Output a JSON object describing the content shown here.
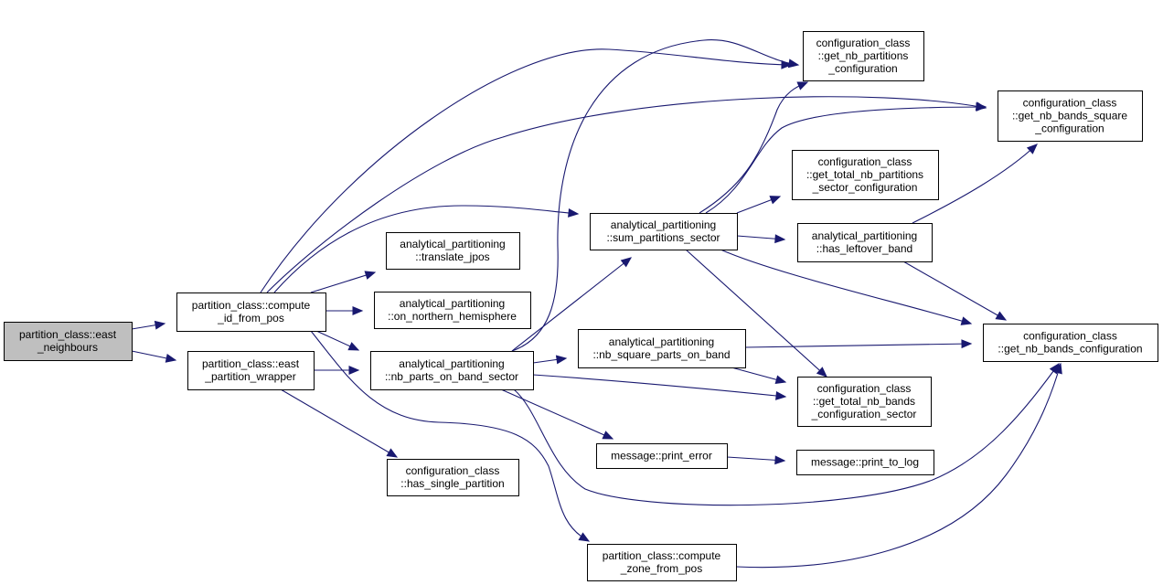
{
  "diagram": {
    "type": "call-graph",
    "nodes": [
      {
        "id": "n0",
        "lines": [
          "partition_class::east",
          "_neighbours"
        ],
        "root": true
      },
      {
        "id": "n1",
        "lines": [
          "partition_class::compute",
          "_id_from_pos"
        ]
      },
      {
        "id": "n2",
        "lines": [
          "partition_class::east",
          "_partition_wrapper"
        ]
      },
      {
        "id": "n3",
        "lines": [
          "configuration_class",
          "::get_nb_partitions",
          "_configuration"
        ]
      },
      {
        "id": "n4",
        "lines": [
          "configuration_class",
          "::get_nb_bands_square",
          "_configuration"
        ]
      },
      {
        "id": "n5",
        "lines": [
          "analytical_partitioning",
          "::sum_partitions_sector"
        ]
      },
      {
        "id": "n6",
        "lines": [
          "analytical_partitioning",
          "::translate_jpos"
        ]
      },
      {
        "id": "n7",
        "lines": [
          "analytical_partitioning",
          "::on_northern_hemisphere"
        ]
      },
      {
        "id": "n8",
        "lines": [
          "analytical_partitioning",
          "::nb_parts_on_band_sector"
        ]
      },
      {
        "id": "n9",
        "lines": [
          "partition_class::compute",
          "_zone_from_pos"
        ]
      },
      {
        "id": "n10",
        "lines": [
          "configuration_class",
          "::has_single_partition"
        ]
      },
      {
        "id": "n11",
        "lines": [
          "configuration_class",
          "::get_total_nb_partitions",
          "_sector_configuration"
        ]
      },
      {
        "id": "n12",
        "lines": [
          "analytical_partitioning",
          "::has_leftover_band"
        ]
      },
      {
        "id": "n13",
        "lines": [
          "configuration_class",
          "::get_nb_bands_configuration"
        ]
      },
      {
        "id": "n14",
        "lines": [
          "analytical_partitioning",
          "::nb_square_parts_on_band"
        ]
      },
      {
        "id": "n15",
        "lines": [
          "configuration_class",
          "::get_total_nb_bands",
          "_configuration_sector"
        ]
      },
      {
        "id": "n16",
        "lines": [
          "message::print_error"
        ]
      },
      {
        "id": "n17",
        "lines": [
          "message::print_to_log"
        ]
      }
    ],
    "edges": [
      [
        "n0",
        "n1"
      ],
      [
        "n0",
        "n2"
      ],
      [
        "n1",
        "n3"
      ],
      [
        "n1",
        "n4"
      ],
      [
        "n1",
        "n5"
      ],
      [
        "n1",
        "n6"
      ],
      [
        "n1",
        "n7"
      ],
      [
        "n1",
        "n8"
      ],
      [
        "n1",
        "n9"
      ],
      [
        "n2",
        "n8"
      ],
      [
        "n2",
        "n10"
      ],
      [
        "n5",
        "n3"
      ],
      [
        "n5",
        "n4"
      ],
      [
        "n5",
        "n11"
      ],
      [
        "n5",
        "n12"
      ],
      [
        "n5",
        "n13"
      ],
      [
        "n5",
        "n15"
      ],
      [
        "n8",
        "n3"
      ],
      [
        "n8",
        "n5"
      ],
      [
        "n8",
        "n14"
      ],
      [
        "n8",
        "n15"
      ],
      [
        "n8",
        "n16"
      ],
      [
        "n8",
        "n13"
      ],
      [
        "n12",
        "n4"
      ],
      [
        "n12",
        "n13"
      ],
      [
        "n14",
        "n13"
      ],
      [
        "n14",
        "n15"
      ],
      [
        "n16",
        "n17"
      ],
      [
        "n9",
        "n13"
      ]
    ],
    "colors": {
      "edge": "#191970",
      "root_fill": "#bfbfbf",
      "node_fill": "#ffffff",
      "border": "#000000"
    }
  }
}
